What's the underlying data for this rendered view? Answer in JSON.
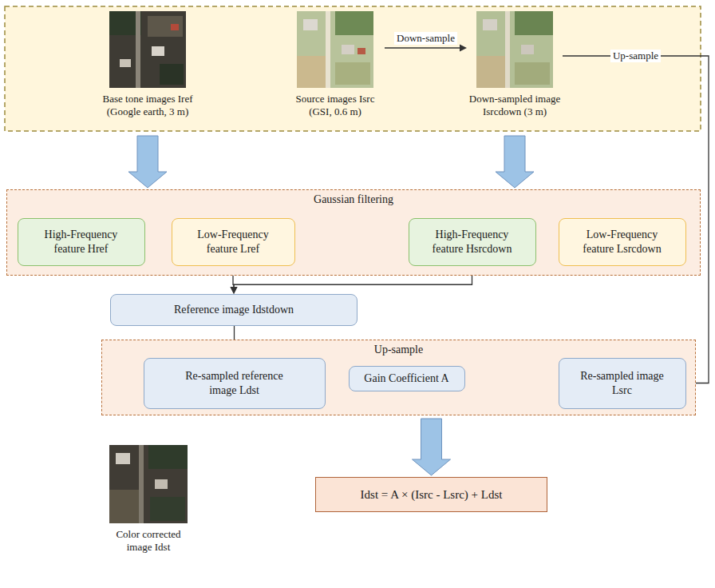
{
  "diagram": {
    "nodes": [
      {
        "text": [
          "Base tone images Iref (Google earth, 3 m)"
        ]
      },
      {
        "text": [
          "Source images Isrc (GSI, 0.6 m)"
        ]
      },
      {
        "text": [
          "Down-sampled image Isrcdown (3 m)"
        ]
      },
      {
        "text": [
          "Gaussian filtering"
        ]
      },
      {
        "text": [
          "High-Frequency feature Href"
        ],
        "in": 3
      },
      {
        "text": [
          "Low-Frequency feature Lref"
        ],
        "in": 3
      },
      {
        "text": [
          "High-Frequency feature Hsrcdown"
        ],
        "in": 3
      },
      {
        "text": [
          "Low-Frequency feature Lsrcdown"
        ],
        "in": 3
      },
      {
        "text": [
          "Reference image Idstdown"
        ]
      },
      {
        "text": [
          "Up-sample"
        ]
      },
      {
        "text": [
          "Re-sampled reference image Ldst"
        ],
        "in": 9
      },
      {
        "text": [
          "Gain Coefficient A"
        ],
        "in": 9
      },
      {
        "text": [
          "Re-sampled image Lsrc"
        ],
        "in": 9
      },
      {
        "text": [
          "Idst = A × (Isrc - Lsrc) + Ldst"
        ]
      },
      {
        "text": [
          "Color corrected image Idst"
        ]
      }
    ],
    "edges": [
      {
        "from": 1,
        "to": 2,
        "label": "Down-sample",
        "arrow": "to"
      },
      {
        "from": 2,
        "to": 12,
        "label": "Up-sample",
        "arrow": "to"
      },
      {
        "from": 0,
        "to": 3,
        "arrow": "to"
      },
      {
        "from": 2,
        "to": 3,
        "arrow": "to"
      },
      {
        "from": 5,
        "to": 8,
        "arrow": "to"
      },
      {
        "from": 6,
        "to": 8,
        "arrow": "to"
      },
      {
        "from": 8,
        "to": 10,
        "arrow": "to"
      },
      {
        "from": 9,
        "to": 13,
        "arrow": "to"
      }
    ]
  }
}
